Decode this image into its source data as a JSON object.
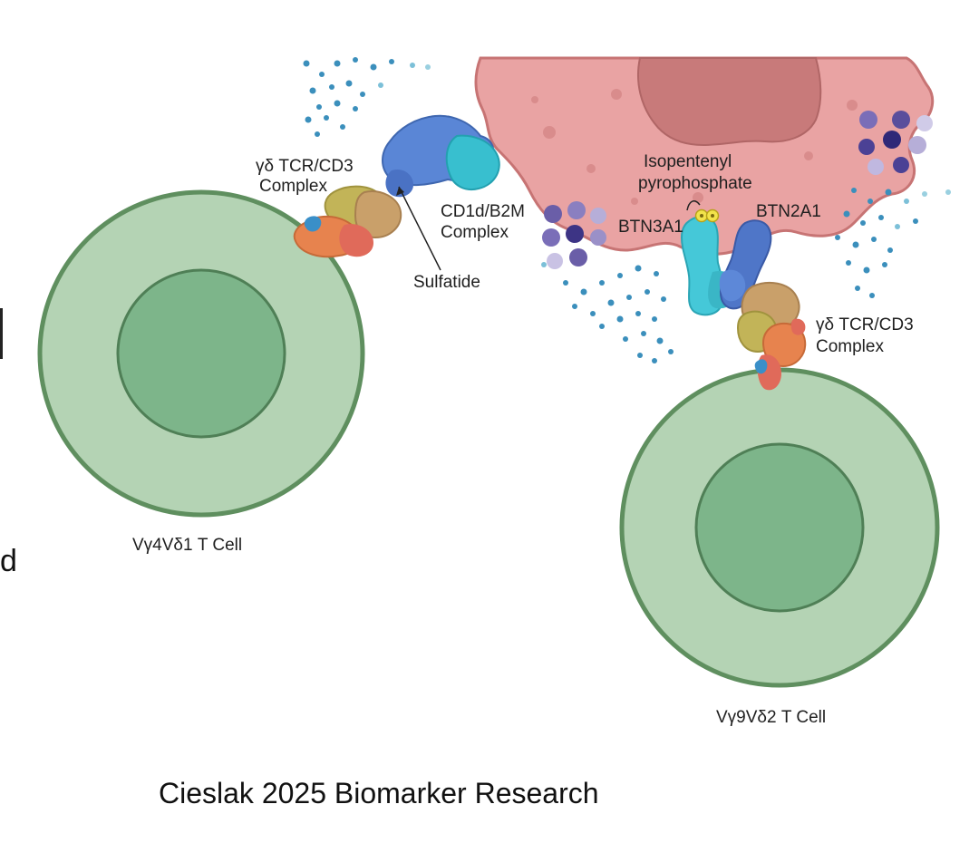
{
  "labels": {
    "tcr_left_line1": "γδ TCR/CD3",
    "tcr_left_line2": "Complex",
    "cd1d_line1": "CD1d/B2M",
    "cd1d_line2": "Complex",
    "sulfatide": "Sulfatide",
    "ipp_line1": "Isopentenyl",
    "ipp_line2": "pyrophosphate",
    "btn3a1": "BTN3A1",
    "btn2a1": "BTN2A1",
    "tcr_right_line1": "γδ TCR/CD3",
    "tcr_right_line2": "Complex",
    "cell_left": "Vγ4Vδ1 T Cell",
    "cell_right": "Vγ9Vδ2 T Cell",
    "edge_letter": "d"
  },
  "caption": "Cieslak 2025 Biomarker Research",
  "colors": {
    "cell_outer": "#b4d3b4",
    "cell_stroke": "#5f8f5f",
    "cell_inner": "#7db58a",
    "apc_fill": "#e9a3a3",
    "apc_nucleus": "#c87a7a",
    "cd1d_blue": "#5a86d6",
    "b2m_cyan": "#38bfcf",
    "btn3a1_cyan": "#45c8d8",
    "btn2a1_blue": "#4f76c8",
    "tcr_olive": "#c2b458",
    "tcr_tan": "#c9a06a",
    "tcr_orange": "#e7834e",
    "tcr_salmon": "#e06a5a",
    "ipp_yellow": "#f2e34b",
    "granule_purple": "#5a4e9c",
    "dots_blue": "#3b8fbc"
  }
}
